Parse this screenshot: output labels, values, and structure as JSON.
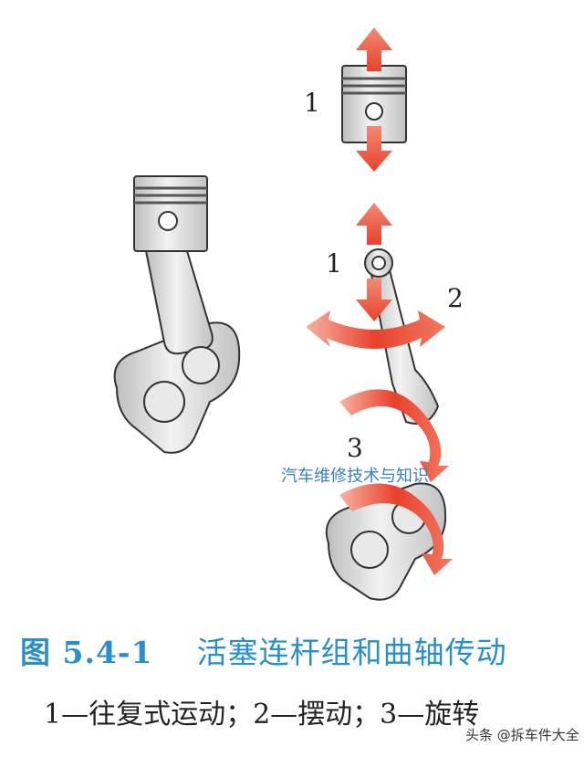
{
  "labels": {
    "piston_1": "1",
    "rod_1": "1",
    "rod_2": "2",
    "crank_3": "3"
  },
  "watermark": "汽车维修技术与知识",
  "caption": {
    "number": "图 5.4-1",
    "title": "活塞连杆组和曲轴传动"
  },
  "subcaption": "1—往复式运动；2—摆动；3—旋转",
  "credit": "头条 @拆车件大全",
  "colors": {
    "arrow": "#e8412c",
    "metal_light": "#eeeeee",
    "metal_mid": "#c9c9c9",
    "outline": "#333333",
    "caption": "#2a8fc7",
    "watermark": "#3d7fc4"
  }
}
